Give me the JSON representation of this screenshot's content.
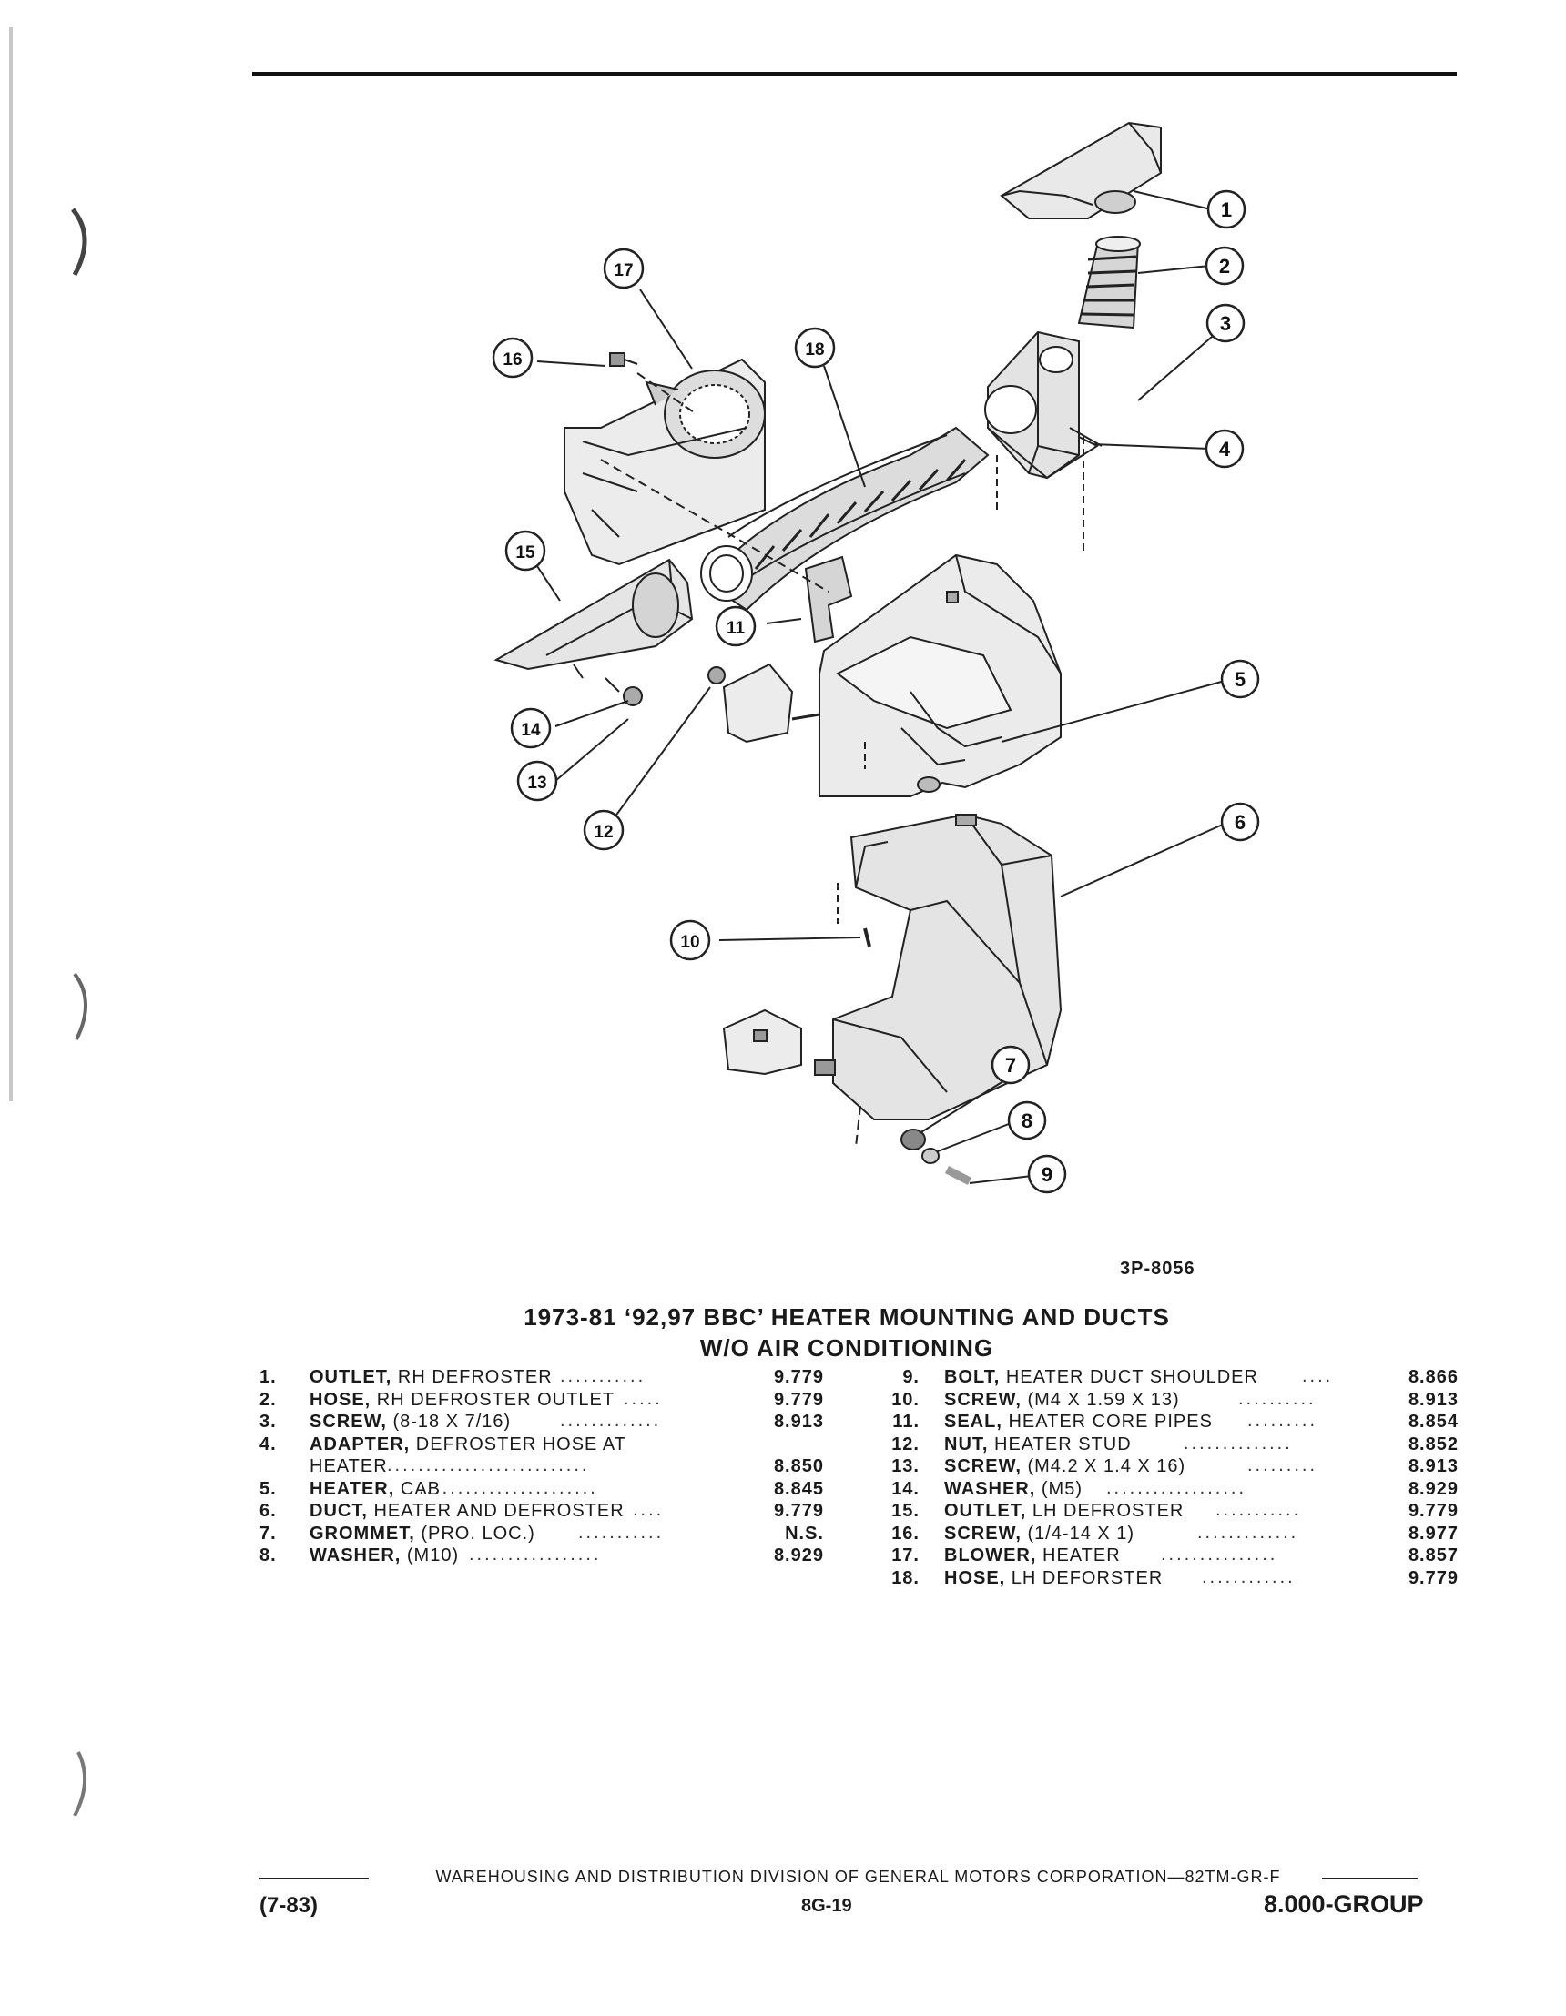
{
  "figure": {
    "code": "3P-8056",
    "callouts": [
      "1",
      "2",
      "3",
      "4",
      "5",
      "6",
      "7",
      "8",
      "9",
      "10",
      "11",
      "12",
      "13",
      "14",
      "15",
      "16",
      "17",
      "18"
    ]
  },
  "title": {
    "line1": "1973-81 ‘92,97 BBC’ HEATER MOUNTING AND DUCTS",
    "line2": "W/O AIR CONDITIONING"
  },
  "parts_left": [
    {
      "num": "1.",
      "name": "OUTLET,",
      "rest": " RH DEFROSTER",
      "line2": "",
      "code": "9.779"
    },
    {
      "num": "2.",
      "name": "HOSE,",
      "rest": " RH DEFROSTER OUTLET",
      "line2": "",
      "code": "9.779"
    },
    {
      "num": "3.",
      "name": "SCREW,",
      "rest": " (8-18 X 7/16)",
      "line2": "",
      "code": "8.913"
    },
    {
      "num": "4.",
      "name": "ADAPTER,",
      "rest": " DEFROSTER HOSE AT",
      "line2": "HEATER",
      "code": "8.850"
    },
    {
      "num": "5.",
      "name": "HEATER,",
      "rest": " CAB",
      "line2": "",
      "code": "8.845"
    },
    {
      "num": "6.",
      "name": "DUCT,",
      "rest": " HEATER AND DEFROSTER",
      "line2": "",
      "code": "9.779"
    },
    {
      "num": "7.",
      "name": "GROMMET,",
      "rest": " (PRO. LOC.)",
      "line2": "",
      "code": "N.S."
    },
    {
      "num": "8.",
      "name": "WASHER,",
      "rest": " (M10)",
      "line2": "",
      "code": "8.929"
    }
  ],
  "parts_right": [
    {
      "num": "9.",
      "name": "BOLT,",
      "rest": " HEATER DUCT SHOULDER",
      "code": "8.866"
    },
    {
      "num": "10.",
      "name": "SCREW,",
      "rest": " (M4 X 1.59 X 13)",
      "code": "8.913"
    },
    {
      "num": "11.",
      "name": "SEAL,",
      "rest": " HEATER CORE PIPES",
      "code": "8.854"
    },
    {
      "num": "12.",
      "name": "NUT,",
      "rest": " HEATER STUD",
      "code": "8.852"
    },
    {
      "num": "13.",
      "name": "SCREW,",
      "rest": " (M4.2 X 1.4 X 16)",
      "code": "8.913"
    },
    {
      "num": "14.",
      "name": "WASHER,",
      "rest": " (M5)",
      "code": "8.929"
    },
    {
      "num": "15.",
      "name": "OUTLET,",
      "rest": " LH DEFROSTER",
      "code": "9.779"
    },
    {
      "num": "16.",
      "name": "SCREW,",
      "rest": " (1/4-14 X 1)",
      "code": "8.977"
    },
    {
      "num": "17.",
      "name": "BLOWER,",
      "rest": " HEATER",
      "code": "8.857"
    },
    {
      "num": "18.",
      "name": "HOSE,",
      "rest": " LH DEFORSTER",
      "code": "9.779"
    }
  ],
  "footer": {
    "division": "WAREHOUSING AND DISTRIBUTION DIVISION OF GENERAL MOTORS CORPORATION—82TM-GR-F",
    "date": "(7-83)",
    "page": "8G-19",
    "group": "8.000-GROUP"
  }
}
